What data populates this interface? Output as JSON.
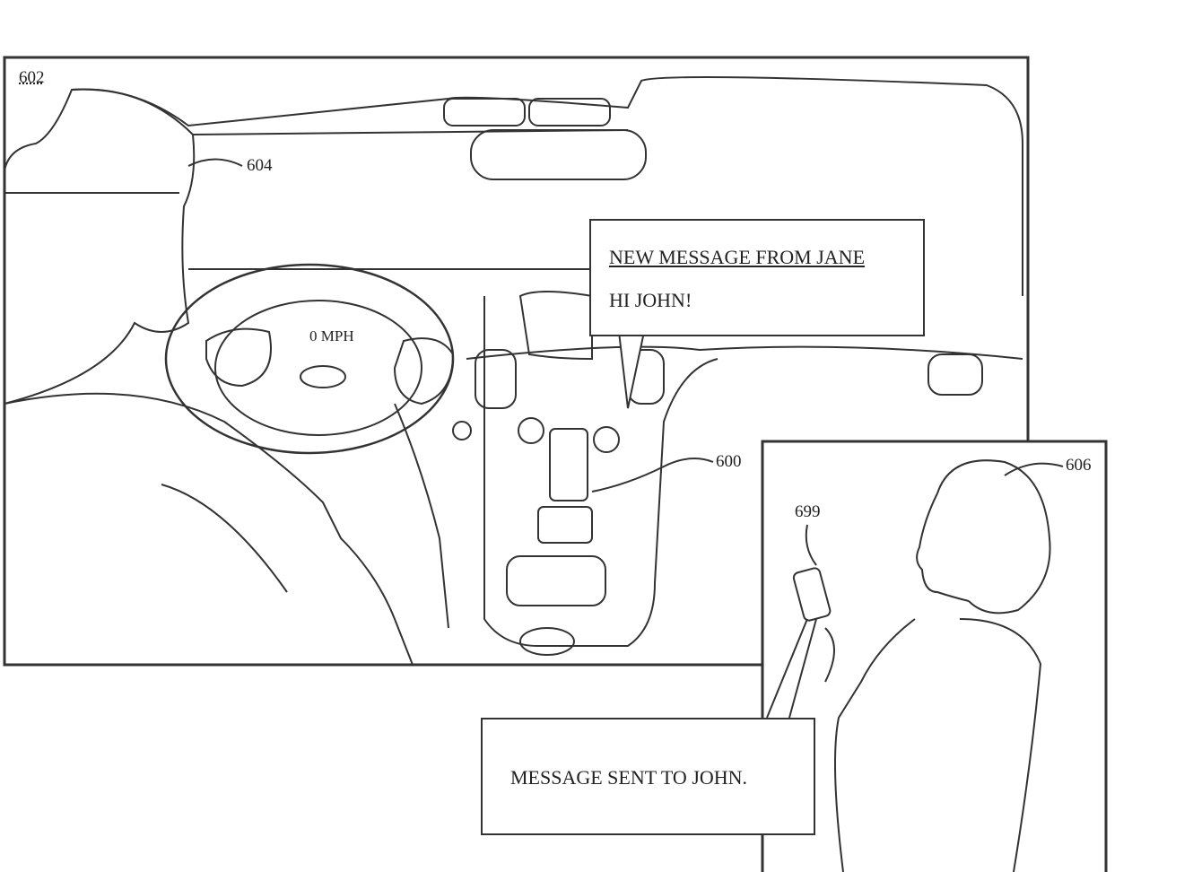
{
  "labels": {
    "figure_ref": "602",
    "driver_ref": "604",
    "device_ref": "600",
    "passenger_ref": "606",
    "phone_ref": "699"
  },
  "speedometer": "0 MPH",
  "incoming_bubble": {
    "title": "NEW MESSAGE FROM JANE",
    "body": "HI JOHN!"
  },
  "sent_bubble": {
    "text": "MESSAGE SENT TO JOHN."
  }
}
